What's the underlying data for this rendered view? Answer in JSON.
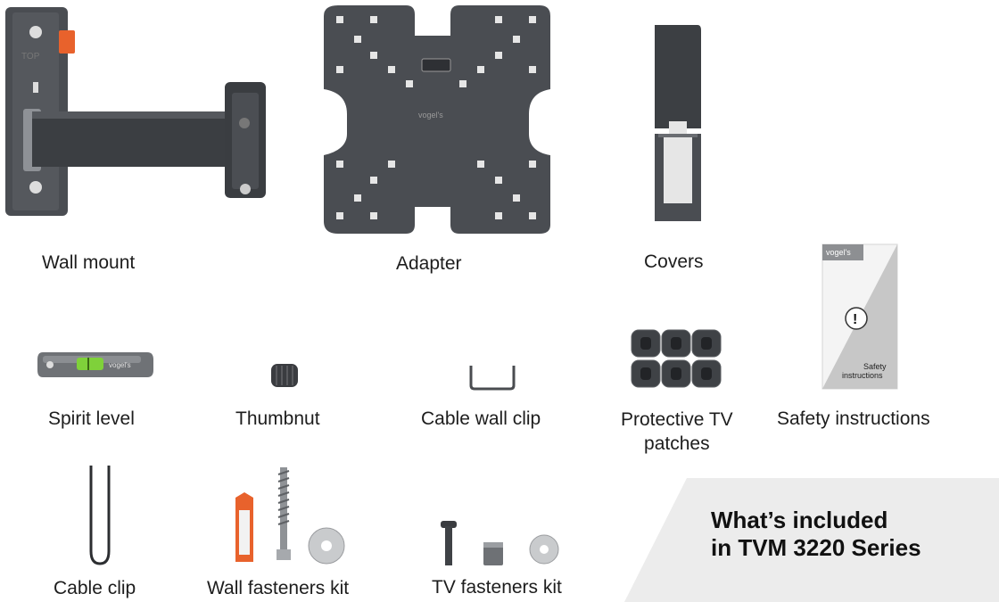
{
  "items": {
    "wall_mount": "Wall mount",
    "adapter": "Adapter",
    "covers": "Covers",
    "spirit_level": "Spirit level",
    "thumbnut": "Thumbnut",
    "cable_wall_clip": "Cable wall clip",
    "protective_patches_line1": "Protective TV",
    "protective_patches_line2": "patches",
    "safety_instructions": "Safety instructions",
    "cable_clip": "Cable clip",
    "wall_fasteners": "Wall fasteners kit",
    "tv_fasteners": "TV fasteners kit"
  },
  "banner": {
    "line1": "What’s included",
    "line2": "in TVM 3220 Series"
  },
  "wall_mount_marking": "TOP",
  "brand_logo": "vogel's",
  "safety_doc": {
    "brand": "vogel's",
    "symbol": "!",
    "text_line1": "Safety",
    "text_line2": "instructions"
  },
  "colors": {
    "product_gray": "#4a4d52",
    "banner_bg": "#ececec",
    "accent_orange": "#e8622c",
    "level_green": "#7fd13a"
  }
}
